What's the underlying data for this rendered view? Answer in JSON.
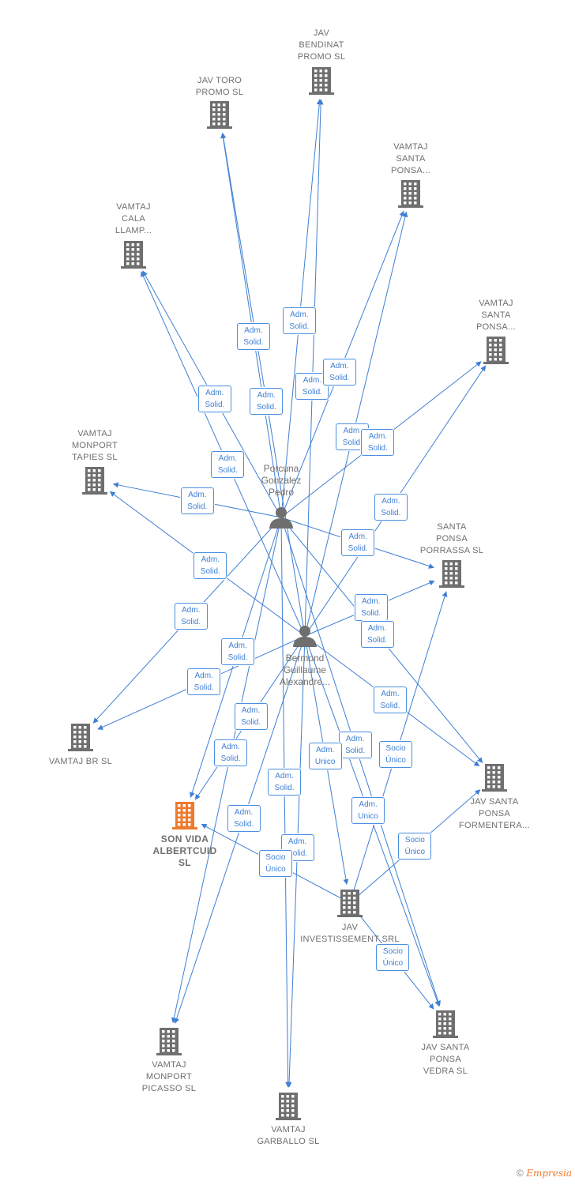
{
  "footer": {
    "copyright": "©",
    "brand": "Empresia"
  },
  "colors": {
    "edge": "#3f7fd4",
    "building": "#6f6f6f",
    "focus_building": "#f07a2c",
    "person": "#6f6f6f"
  },
  "nodes": [
    {
      "id": "jav-bendinat",
      "label": "JAV\nBENDINAT\nPROMO  SL",
      "kind": "company"
    },
    {
      "id": "jav-toro",
      "label": "JAV TORO\nPROMO  SL",
      "kind": "company"
    },
    {
      "id": "vamtaj-santa-ponsa-1",
      "label": "VAMTAJ\nSANTA\nPONSA...",
      "kind": "company"
    },
    {
      "id": "vamtaj-cala",
      "label": "VAMTAJ\nCALA\nLLAMP...",
      "kind": "company"
    },
    {
      "id": "vamtaj-santa-ponsa-2",
      "label": "VAMTAJ\nSANTA\nPONSA...",
      "kind": "company"
    },
    {
      "id": "vamtaj-monport-tapies",
      "label": "VAMTAJ\nMONPORT\nTAPIES  SL",
      "kind": "company"
    },
    {
      "id": "santa-ponsa-porrassa",
      "label": "SANTA\nPONSA\nPORRASSA  SL",
      "kind": "company"
    },
    {
      "id": "vamtaj-br",
      "label": "VAMTAJ BR  SL",
      "kind": "company"
    },
    {
      "id": "jav-santa-ponsa-formentera",
      "label": "JAV SANTA\nPONSA\nFORMENTERA...",
      "kind": "company"
    },
    {
      "id": "son-vida",
      "label": "SON VIDA\nALBERTCUID\nSL",
      "kind": "focus"
    },
    {
      "id": "jav-investissement",
      "label": "JAV\nINVESTISSEMENT SRL",
      "kind": "company"
    },
    {
      "id": "vamtaj-monport-picasso",
      "label": "VAMTAJ\nMONPORT\nPICASSO  SL",
      "kind": "company"
    },
    {
      "id": "jav-santa-ponsa-vedra",
      "label": "JAV SANTA\nPONSA\nVEDRA  SL",
      "kind": "company"
    },
    {
      "id": "vamtaj-garballo",
      "label": "VAMTAJ\nGARBALLO  SL",
      "kind": "company"
    },
    {
      "id": "porcuna",
      "label": "Porcuna\nGonzalez\nPedro",
      "kind": "person"
    },
    {
      "id": "bermond",
      "label": "Bermond\nGuillaume\nAlexandre...",
      "kind": "person"
    }
  ],
  "edges": [
    {
      "from": "porcuna",
      "to": "jav-bendinat",
      "label": "Adm.\nSolid."
    },
    {
      "from": "bermond",
      "to": "jav-bendinat",
      "label": "Adm.\nSolid."
    },
    {
      "from": "porcuna",
      "to": "jav-toro",
      "label": "Adm.\nSolid."
    },
    {
      "from": "bermond",
      "to": "jav-toro",
      "label": "Adm.\nSolid."
    },
    {
      "from": "porcuna",
      "to": "vamtaj-santa-ponsa-1",
      "label": "Adm.\nSolid."
    },
    {
      "from": "bermond",
      "to": "vamtaj-santa-ponsa-1",
      "label": "Adm.\nSolid."
    },
    {
      "from": "porcuna",
      "to": "vamtaj-cala",
      "label": "Adm.\nSolid."
    },
    {
      "from": "bermond",
      "to": "vamtaj-cala",
      "label": "Adm.\nSolid."
    },
    {
      "from": "porcuna",
      "to": "vamtaj-santa-ponsa-2",
      "label": "Adm.\nSolid."
    },
    {
      "from": "bermond",
      "to": "vamtaj-santa-ponsa-2",
      "label": "Adm.\nSolid."
    },
    {
      "from": "porcuna",
      "to": "vamtaj-monport-tapies",
      "label": "Adm.\nSolid."
    },
    {
      "from": "bermond",
      "to": "vamtaj-monport-tapies",
      "label": "Adm.\nSolid."
    },
    {
      "from": "porcuna",
      "to": "santa-ponsa-porrassa",
      "label": "Adm.\nSolid."
    },
    {
      "from": "bermond",
      "to": "santa-ponsa-porrassa",
      "label": "Adm.\nSolid."
    },
    {
      "from": "porcuna",
      "to": "vamtaj-br",
      "label": "Adm.\nSolid."
    },
    {
      "from": "bermond",
      "to": "vamtaj-br",
      "label": "Adm.\nSolid."
    },
    {
      "from": "porcuna",
      "to": "jav-santa-ponsa-formentera",
      "label": "Adm.\nSolid."
    },
    {
      "from": "bermond",
      "to": "jav-santa-ponsa-formentera",
      "label": "Adm.\nSolid."
    },
    {
      "from": "porcuna",
      "to": "son-vida",
      "label": "Adm.\nSolid."
    },
    {
      "from": "bermond",
      "to": "son-vida",
      "label": "Adm.\nSolid."
    },
    {
      "from": "porcuna",
      "to": "vamtaj-monport-picasso",
      "label": "Adm.\nSolid."
    },
    {
      "from": "bermond",
      "to": "vamtaj-monport-picasso",
      "label": "Adm.\nSolid."
    },
    {
      "from": "porcuna",
      "to": "jav-santa-ponsa-vedra",
      "label": "Adm.\nSolid."
    },
    {
      "from": "bermond",
      "to": "jav-santa-ponsa-vedra",
      "label": "Adm.\nUnico"
    },
    {
      "from": "bermond",
      "to": "vamtaj-garballo",
      "label": "Adm.\nSolid."
    },
    {
      "from": "porcuna",
      "to": "vamtaj-garballo",
      "label": "Adm.\nSolid."
    },
    {
      "from": "jav-investissement",
      "to": "santa-ponsa-porrassa",
      "label": "Socio\nÚnico"
    },
    {
      "from": "jav-investissement",
      "to": "jav-santa-ponsa-formentera",
      "label": "Socio\nÚnico"
    },
    {
      "from": "jav-investissement",
      "to": "son-vida",
      "label": "Socio\nÚnico"
    },
    {
      "from": "jav-investissement",
      "to": "jav-santa-ponsa-vedra",
      "label": "Socio\nÚnico"
    },
    {
      "from": "bermond",
      "to": "jav-investissement",
      "label": "Adm.\nUnico"
    }
  ]
}
